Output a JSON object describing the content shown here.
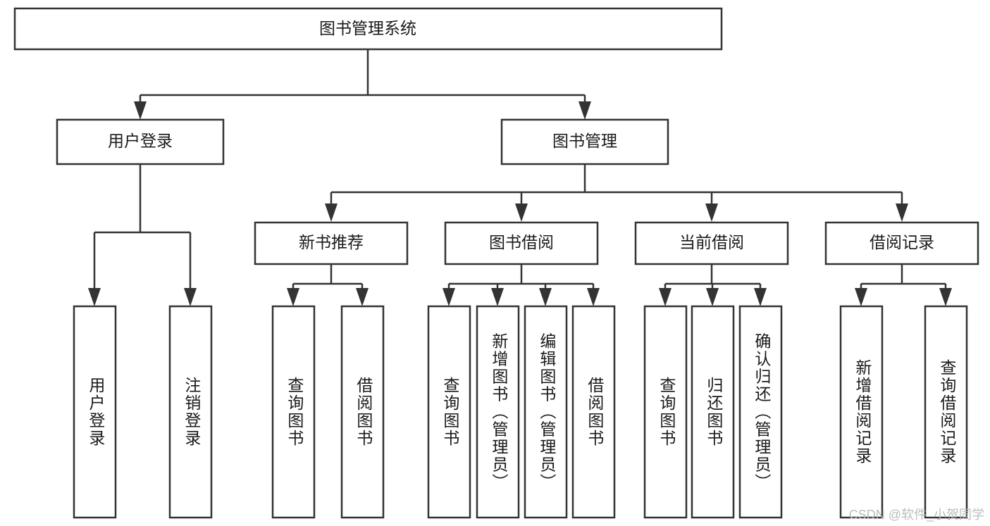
{
  "diagram": {
    "type": "tree-hierarchy-flowchart",
    "title": "图书管理系统",
    "orientation": "top-down",
    "levels": 4,
    "nodes": {
      "root": {
        "label": "图书管理系统",
        "level": 1
      },
      "user_login": {
        "label": "用户登录",
        "level": 2
      },
      "book_manage": {
        "label": "图书管理",
        "level": 2
      },
      "new_book_rec": {
        "label": "新书推荐",
        "level": 3
      },
      "book_borrow": {
        "label": "图书借阅",
        "level": 3
      },
      "current_borrow": {
        "label": "当前借阅",
        "level": 3
      },
      "borrow_record": {
        "label": "借阅记录",
        "level": 3
      },
      "leaf_user_login": {
        "label": "用户登录",
        "level": 4
      },
      "leaf_logout": {
        "label": "注销登录",
        "level": 4
      },
      "leaf_query_book_1": {
        "label": "查询图书",
        "level": 4
      },
      "leaf_borrow_book_1": {
        "label": "借阅图书",
        "level": 4
      },
      "leaf_query_book_2": {
        "label": "查询图书",
        "level": 4
      },
      "leaf_add_book": {
        "label": "新增图书（管理员）",
        "level": 4
      },
      "leaf_edit_book": {
        "label": "编辑图书（管理员）",
        "level": 4
      },
      "leaf_borrow_book_2": {
        "label": "借阅图书",
        "level": 4
      },
      "leaf_query_book_3": {
        "label": "查询图书",
        "level": 4
      },
      "leaf_return_book": {
        "label": "归还图书",
        "level": 4
      },
      "leaf_confirm_return": {
        "label": "确认归还（管理员）",
        "level": 4
      },
      "leaf_add_record": {
        "label": "新增借阅记录",
        "level": 4
      },
      "leaf_query_record": {
        "label": "查询借阅记录",
        "level": 4
      }
    },
    "edges": [
      {
        "from": "root",
        "to": "user_login"
      },
      {
        "from": "root",
        "to": "book_manage"
      },
      {
        "from": "user_login",
        "to": "leaf_user_login"
      },
      {
        "from": "user_login",
        "to": "leaf_logout"
      },
      {
        "from": "book_manage",
        "to": "new_book_rec"
      },
      {
        "from": "book_manage",
        "to": "book_borrow"
      },
      {
        "from": "book_manage",
        "to": "current_borrow"
      },
      {
        "from": "book_manage",
        "to": "borrow_record"
      },
      {
        "from": "new_book_rec",
        "to": "leaf_query_book_1"
      },
      {
        "from": "new_book_rec",
        "to": "leaf_borrow_book_1"
      },
      {
        "from": "book_borrow",
        "to": "leaf_query_book_2"
      },
      {
        "from": "book_borrow",
        "to": "leaf_add_book"
      },
      {
        "from": "book_borrow",
        "to": "leaf_edit_book"
      },
      {
        "from": "book_borrow",
        "to": "leaf_borrow_book_2"
      },
      {
        "from": "current_borrow",
        "to": "leaf_query_book_3"
      },
      {
        "from": "current_borrow",
        "to": "leaf_return_book"
      },
      {
        "from": "current_borrow",
        "to": "leaf_confirm_return"
      },
      {
        "from": "borrow_record",
        "to": "leaf_add_record"
      },
      {
        "from": "borrow_record",
        "to": "leaf_query_record"
      }
    ],
    "colors": {
      "box_fill": "#ffffff",
      "box_stroke": "#333333",
      "text": "#1a1a1a",
      "background": "#ffffff",
      "watermark": "#bdbdbd"
    }
  },
  "watermark": {
    "text": "CSDN @软件_小贺同学"
  }
}
